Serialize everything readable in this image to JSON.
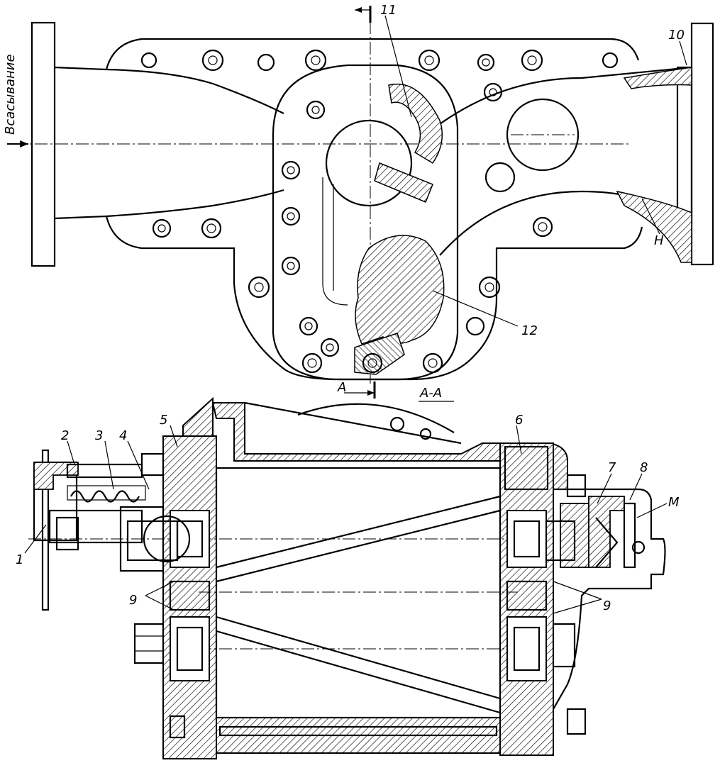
{
  "colors": {
    "ink": "#000000",
    "paper": "#ffffff"
  },
  "plan_view": {
    "inlet_label": "Всасывание",
    "section_marker": "А",
    "section_title": "А-А",
    "callouts": [
      "10",
      "11",
      "12",
      "Н"
    ]
  },
  "section_view": {
    "callouts": [
      "1",
      "2",
      "3",
      "4",
      "5",
      "6",
      "7",
      "8",
      "9",
      "9",
      "М"
    ]
  }
}
